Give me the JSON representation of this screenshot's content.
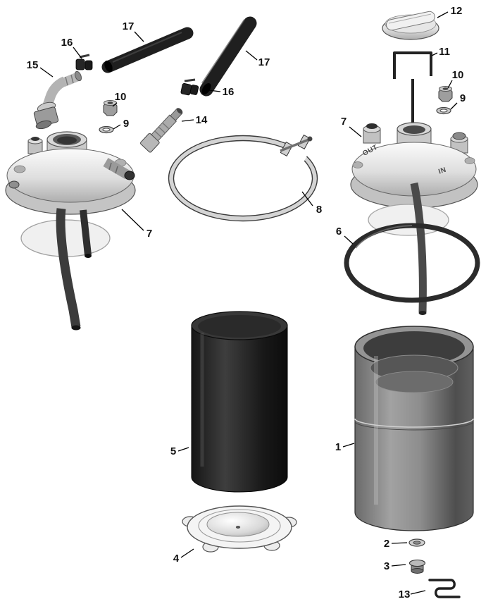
{
  "diagram": {
    "type": "exploded-parts-diagram",
    "background": "#ffffff",
    "line_color": "#000000",
    "callouts": {
      "p1": "1",
      "p2": "2",
      "p3": "3",
      "p4": "4",
      "p5": "5",
      "p6": "6",
      "p7_left": "7",
      "p7_right": "7",
      "p8": "8",
      "p9_left": "9",
      "p9_right": "9",
      "p10_left": "10",
      "p10_right": "10",
      "p11": "11",
      "p12": "12",
      "p13": "13",
      "p14": "14",
      "p15": "15",
      "p16_left": "16",
      "p16_right": "16",
      "p17_left": "17",
      "p17_right": "17"
    },
    "port_labels": {
      "out": "OUT",
      "in": "IN"
    }
  }
}
